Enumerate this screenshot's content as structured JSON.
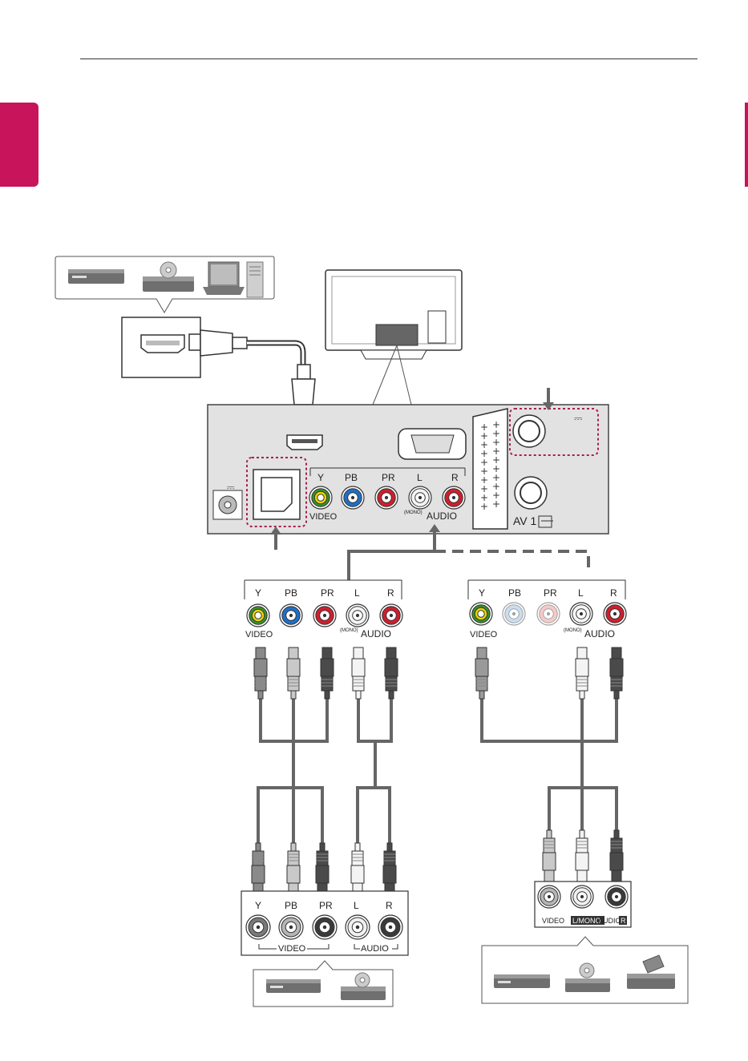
{
  "accent_color": "#c8145a",
  "tv_panel": {
    "component_labels": {
      "y": "Y",
      "pb": "PB",
      "pr": "PR",
      "l": "L",
      "r": "R"
    },
    "video_label": "VIDEO",
    "audio_label": "AUDIO",
    "mono_label": "(MONO)",
    "av_label": "AV 1",
    "dc_symbol": "⎓"
  },
  "left_breakout": {
    "labels": {
      "y": "Y",
      "pb": "PB",
      "pr": "PR",
      "l": "L",
      "r": "R"
    },
    "video_label": "VIDEO",
    "audio_label": "AUDIO",
    "mono_label": "(MONO)"
  },
  "right_breakout": {
    "labels": {
      "y": "Y",
      "pb": "PB",
      "pr": "PR",
      "l": "L",
      "r": "R"
    },
    "video_label": "VIDEO",
    "audio_label": "AUDIO",
    "mono_label": "(MONO)"
  },
  "left_device_panel": {
    "labels": {
      "y": "Y",
      "pb": "PB",
      "pr": "PR",
      "l": "L",
      "r": "R"
    },
    "video_label": "VIDEO",
    "audio_label": "AUDIO"
  },
  "right_device_panel": {
    "video_label": "VIDEO",
    "mono_label": "L/MONO",
    "audio_label": "AUDIO",
    "r_label": "R"
  },
  "icons": [
    "set-top-box-icon",
    "dvd-player-icon",
    "laptop-icon",
    "pc-tower-icon",
    "vcr-icon"
  ]
}
